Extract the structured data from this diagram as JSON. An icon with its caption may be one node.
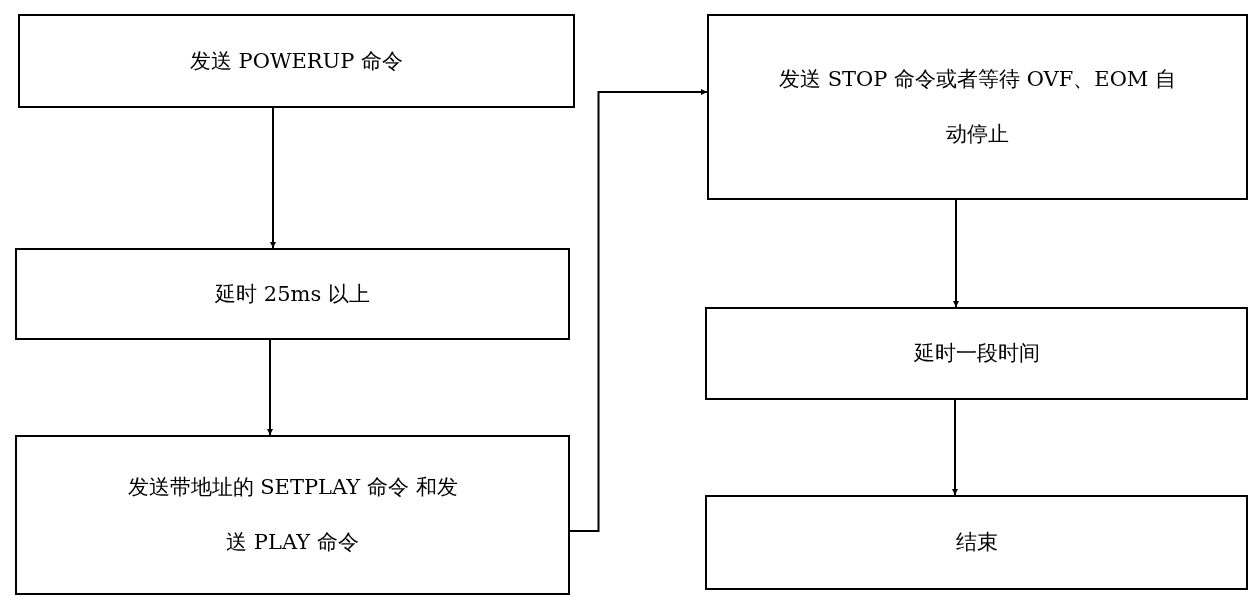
{
  "diagram": {
    "nodes": [
      {
        "text": [
          "发送 POWERUP 命令"
        ]
      },
      {
        "text": [
          "延时 25ms 以上"
        ]
      },
      {
        "text": [
          "发送带地址的 SETPLAY 命令 和发送 PLAY 命令"
        ]
      },
      {
        "text": [
          "发送 STOP 命令或者等待 OVF、EOM 自动停止"
        ]
      },
      {
        "text": [
          "延时一段时间"
        ]
      },
      {
        "text": [
          "结束"
        ]
      }
    ],
    "edges": [
      {
        "from": 0,
        "to": 1,
        "arrow": "to"
      },
      {
        "from": 1,
        "to": 2,
        "arrow": "to"
      },
      {
        "from": 2,
        "to": 3,
        "arrow": "to"
      },
      {
        "from": 3,
        "to": 4,
        "arrow": "to"
      },
      {
        "from": 4,
        "to": 5,
        "arrow": "to"
      }
    ]
  }
}
